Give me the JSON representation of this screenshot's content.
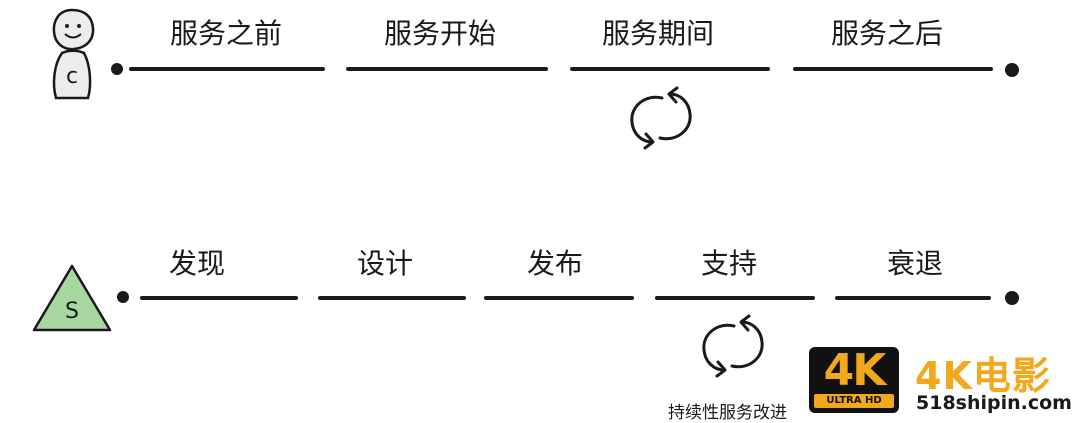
{
  "customer_track": {
    "stages": [
      "服务之前",
      "服务开始",
      "服务期间",
      "服务之后"
    ],
    "avatar_letter": "c",
    "avatar_icon": "person-icon",
    "cycle_icon": "refresh-cycle-icon"
  },
  "service_track": {
    "stages": [
      "发现",
      "设计",
      "发布",
      "支持",
      "衰退"
    ],
    "avatar_letter": "S",
    "avatar_icon": "triangle-icon",
    "avatar_color": "#a8d8a0",
    "cycle_icon": "refresh-cycle-icon",
    "cycle_caption": "持续性服务改进"
  },
  "watermark": {
    "badge_main": "4K",
    "badge_sub": "ULTRA HD",
    "title": "4K电影",
    "url": "518shipin.com",
    "accent_color": "#f2a81d"
  }
}
